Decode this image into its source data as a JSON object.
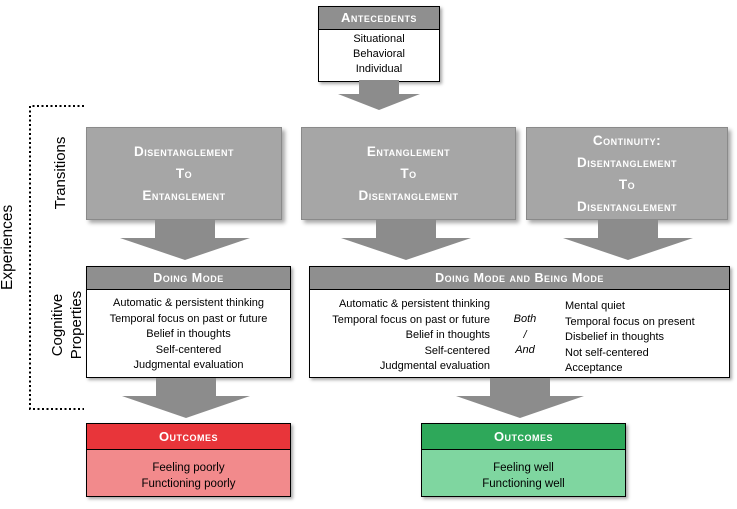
{
  "antecedents": {
    "title": "Antecedents",
    "items": [
      "Situational",
      "Behavioral",
      "Individual"
    ]
  },
  "side_labels": {
    "experiences": "Experiences",
    "transitions": "Transitions",
    "cognitive_line1": "Cognitive",
    "cognitive_line2": "Properties"
  },
  "transitions": [
    {
      "line1": "Disentanglement",
      "line2": "To",
      "line3": "Entanglement"
    },
    {
      "line1": "Entanglement",
      "line2": "To",
      "line3": "Disentanglement"
    },
    {
      "line1": "Continuity:",
      "line2": "Disentanglement",
      "line3": "To",
      "line4": "Disentanglement"
    }
  ],
  "doing_mode": {
    "title": "Doing Mode",
    "items": [
      "Automatic & persistent thinking",
      "Temporal focus on past or future",
      "Belief in thoughts",
      "Self-centered",
      "Judgmental evaluation"
    ]
  },
  "doing_being_mode": {
    "title": "Doing Mode and Being Mode",
    "left_items": [
      "Automatic & persistent thinking",
      "Temporal focus on past or future",
      "Belief in thoughts",
      "Self-centered",
      "Judgmental evaluation"
    ],
    "connector": [
      "Both",
      "/",
      "And"
    ],
    "right_items": [
      "Mental quiet",
      "Temporal focus on present",
      "Disbelief in thoughts",
      "Not self-centered",
      "Acceptance"
    ]
  },
  "outcome_poor": {
    "title": "Outcomes",
    "items": [
      "Feeling poorly",
      "Functioning poorly"
    ],
    "header_color": "#e8353a",
    "body_color": "#f28a8c"
  },
  "outcome_well": {
    "title": "Outcomes",
    "items": [
      "Feeling well",
      "Functioning well"
    ],
    "header_color": "#2ea85a",
    "body_color": "#7fd6a0"
  }
}
